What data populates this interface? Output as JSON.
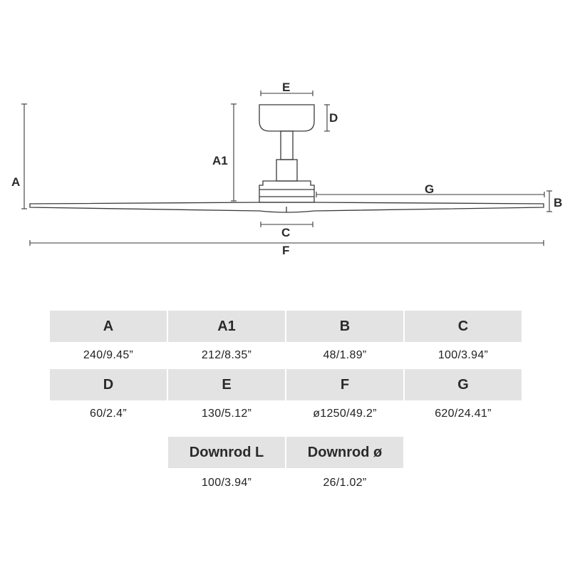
{
  "diagram": {
    "labels": {
      "a": "A",
      "a1": "A1",
      "b": "B",
      "c": "C",
      "d": "D",
      "e": "E",
      "f": "F",
      "g": "G"
    }
  },
  "table": {
    "row1": [
      {
        "key": "A",
        "value": "240/9.45”"
      },
      {
        "key": "A1",
        "value": "212/8.35”"
      },
      {
        "key": "B",
        "value": "48/1.89”"
      },
      {
        "key": "C",
        "value": "100/3.94”"
      }
    ],
    "row2": [
      {
        "key": "D",
        "value": "60/2.4”"
      },
      {
        "key": "E",
        "value": "130/5.12”"
      },
      {
        "key": "F",
        "value": "ø1250/49.2”"
      },
      {
        "key": "G",
        "value": "620/24.41”"
      }
    ],
    "row3": [
      {
        "key": "Downrod L",
        "value": "100/3.94”"
      },
      {
        "key": "Downrod ø",
        "value": "26/1.02”"
      }
    ]
  }
}
